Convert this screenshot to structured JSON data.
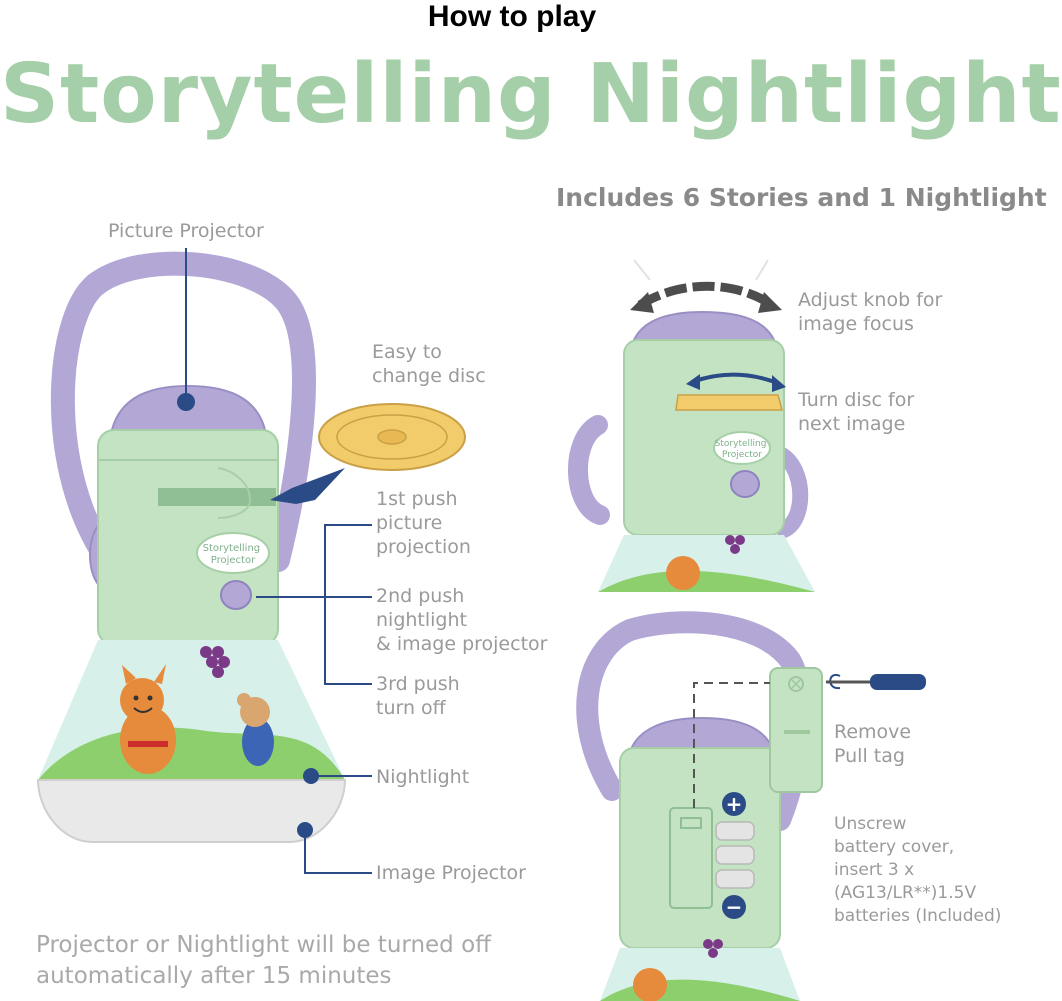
{
  "header": "How to play",
  "title": "Storytelling Nightlight",
  "subtitle": "Includes 6 Stories and 1 Nightlight",
  "device_label": "Storytelling\nProjector",
  "labels": {
    "picture_projector": "Picture Projector",
    "easy_change": "Easy to\nchange disc",
    "push1": "1st push\npicture\nprojection",
    "push2": "2nd push\nnightlight\n& image projector",
    "push3": "3rd push\nturn off",
    "nightlight": "Nightlight",
    "image_projector": "Image Projector",
    "adjust_knob": "Adjust knob for\nimage focus",
    "turn_disc": "Turn disc for\nnext image",
    "remove_tag": "Remove\nPull tag",
    "unscrew": "Unscrew\nbattery cover,\ninsert 3 x\n(AG13/LR**)1.5V\nbatteries (Included)"
  },
  "battery": {
    "plus": "+",
    "minus": "−"
  },
  "footer": "Projector or Nightlight will be turned off\nautomatically after 15 minutes",
  "colors": {
    "title_green": "#a5cfa8",
    "body_green": "#c3e3c3",
    "purple": "#b3a7d6",
    "navy": "#2a4b86",
    "disc_gold": "#f2cc6b",
    "label_grey": "#9a9a9a"
  }
}
